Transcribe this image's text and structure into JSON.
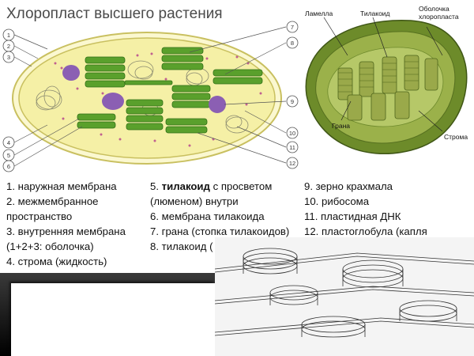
{
  "title": "Хлоропласт высшего растения",
  "diagram_numbers": [
    "1",
    "2",
    "3",
    "4",
    "5",
    "6",
    "7",
    "8",
    "9",
    "10",
    "11",
    "12"
  ],
  "photo_labels": {
    "lamella": "Ламелла",
    "thylakoid": "Тилакоид",
    "envelope_line1": "Оболочка",
    "envelope_line2": "хлоропласта",
    "grana": "Грана",
    "stroma": "Строма"
  },
  "legend": {
    "col1": [
      "1. наружная мембрана",
      "2. межмембранное",
      "пространство",
      "3. внутренняя мембрана",
      "(1+2+3: оболочка)",
      "4. строма (жидкость)"
    ],
    "col2": {
      "item5_num": "5.",
      "item5_bold": "тилакоид",
      "item5_rest": "с просветом",
      "item5_line2": "(люменом) внутри",
      "item6": "6. мембрана тилакоида",
      "item7": "7. грана (стопка тилакоидов)",
      "item8": "8. тилакоид ("
    },
    "col3": [
      "9. зерно крахмала",
      "10. рибосома",
      "11. пластидная ДНК",
      "12. пластоглобула (капля"
    ]
  },
  "colors": {
    "ellipse_fill": "#f5f0a6",
    "ellipse_stroke": "#c9c060",
    "thylakoid": "#5aa02c",
    "thylakoid_dark": "#2f6e16",
    "starch": "#8b5fb3",
    "ribosome": "#c06090"
  }
}
